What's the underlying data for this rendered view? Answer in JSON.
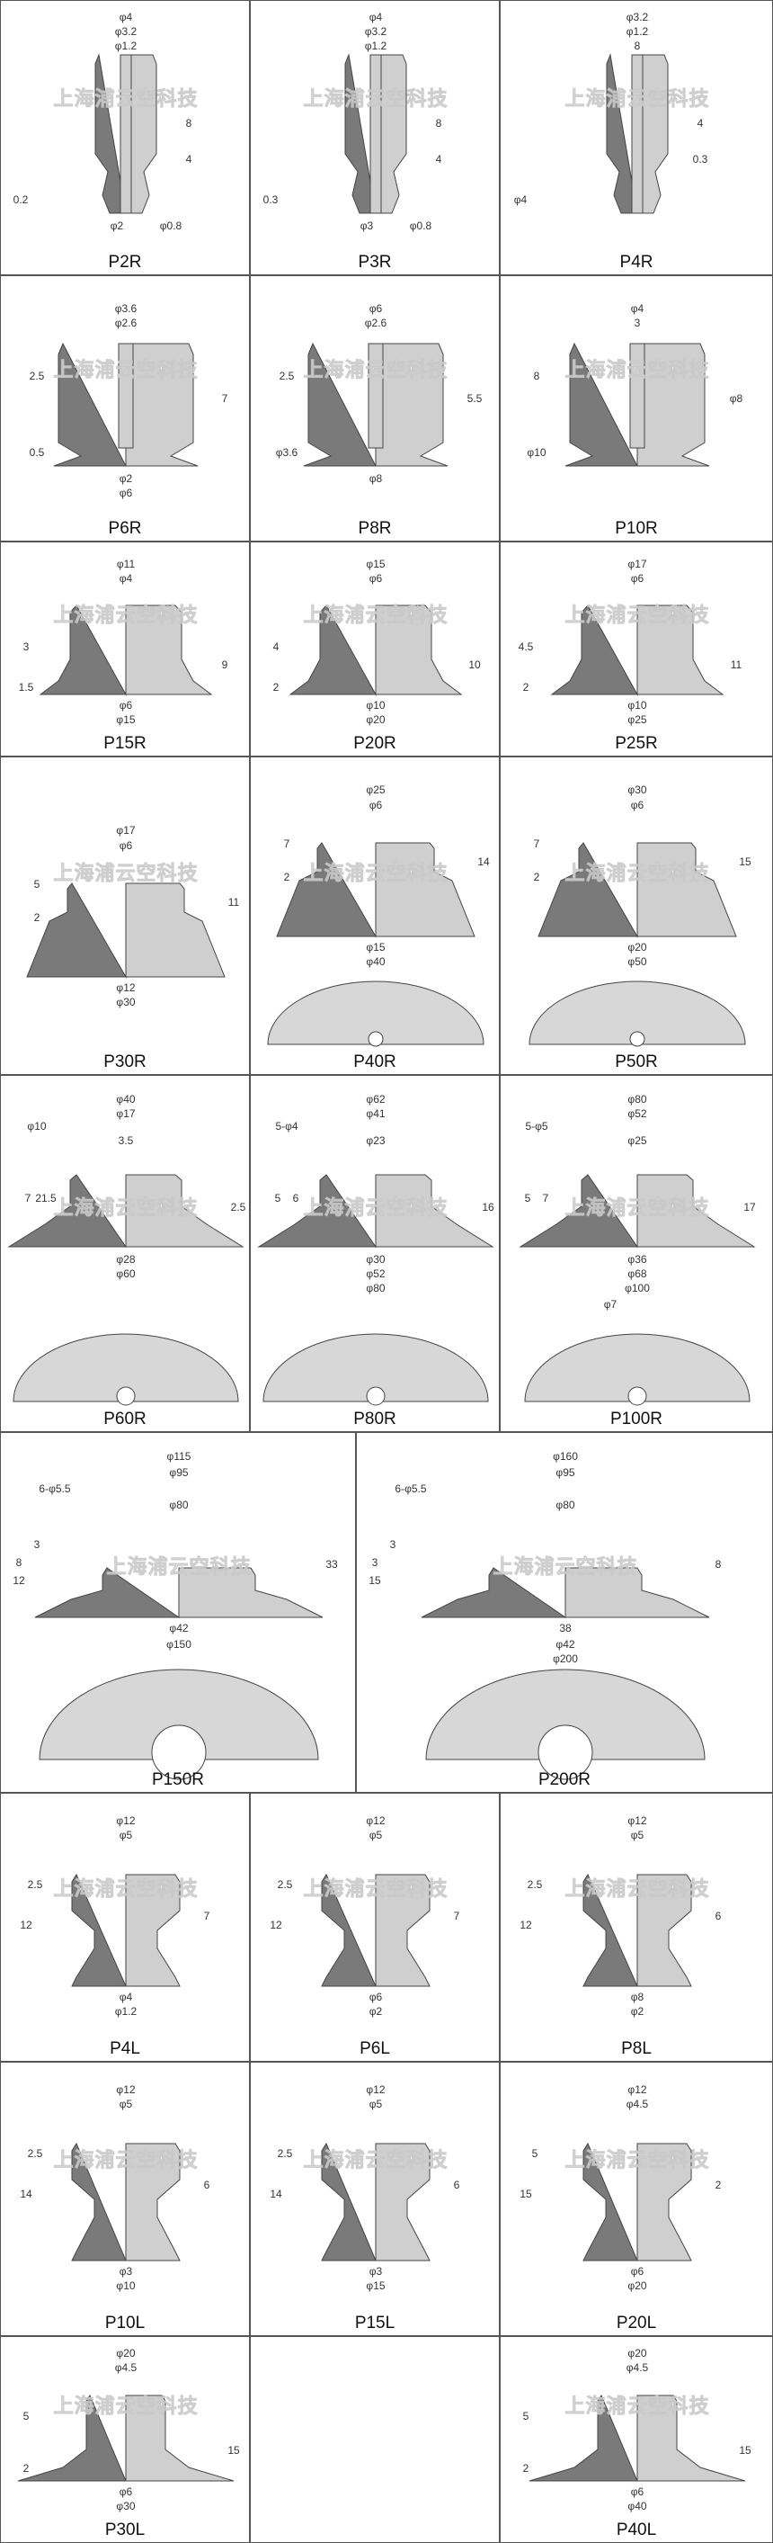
{
  "watermark": "上海浦云空科技",
  "colors": {
    "dark": "#7a7a7a",
    "light": "#cfcfcf",
    "line": "#444444",
    "bg": "#ffffff"
  },
  "cells": [
    {
      "label": "P2R",
      "dims": [
        "φ4",
        "φ3.2",
        "φ1.2",
        "8",
        "4",
        "0.2",
        "φ2",
        "φ0.8"
      ]
    },
    {
      "label": "P3R",
      "dims": [
        "φ4",
        "φ3.2",
        "φ1.2",
        "8",
        "4",
        "0.3",
        "φ3",
        "φ0.8"
      ]
    },
    {
      "label": "P4R",
      "dims": [
        "φ3.2",
        "φ1.2",
        "8",
        "4",
        "0.3",
        "φ4"
      ]
    },
    {
      "label": "P6R",
      "dims": [
        "φ3.6",
        "φ2.6",
        "2.5",
        "7",
        "0.5",
        "φ2",
        "φ6"
      ]
    },
    {
      "label": "P8R",
      "dims": [
        "φ6",
        "φ2.6",
        "2.5",
        "5.5",
        "φ3.6",
        "φ8"
      ]
    },
    {
      "label": "P10R",
      "dims": [
        "φ4",
        "3",
        "8",
        "φ8",
        "φ10"
      ]
    },
    {
      "label": "P15R",
      "dims": [
        "φ11",
        "φ4",
        "3",
        "9",
        "1.5",
        "φ6",
        "φ15"
      ]
    },
    {
      "label": "P20R",
      "dims": [
        "φ15",
        "φ6",
        "4",
        "10",
        "2",
        "φ10",
        "φ20"
      ]
    },
    {
      "label": "P25R",
      "dims": [
        "φ17",
        "φ6",
        "4.5",
        "11",
        "2",
        "φ10",
        "φ25"
      ]
    },
    {
      "label": "P30R",
      "dims": [
        "φ17",
        "φ6",
        "5",
        "11",
        "2",
        "φ12",
        "φ30"
      ]
    },
    {
      "label": "P40R",
      "dims": [
        "φ25",
        "φ6",
        "7",
        "14",
        "2",
        "φ15",
        "φ40"
      ]
    },
    {
      "label": "P50R",
      "dims": [
        "φ30",
        "φ6",
        "7",
        "15",
        "2",
        "φ20",
        "φ50"
      ]
    },
    {
      "label": "P60R",
      "dims": [
        "φ40",
        "φ17",
        "φ10",
        "3.5",
        "7",
        "21.5",
        "2.5",
        "φ28",
        "φ60"
      ]
    },
    {
      "label": "P80R",
      "dims": [
        "φ62",
        "φ41",
        "5-φ4",
        "φ23",
        "5",
        "6",
        "16",
        "φ30",
        "φ52",
        "φ80"
      ]
    },
    {
      "label": "P100R",
      "dims": [
        "φ80",
        "φ52",
        "5-φ5",
        "φ25",
        "5",
        "7",
        "17",
        "φ36",
        "φ68",
        "φ100",
        "φ7"
      ]
    },
    {
      "label": "P150R",
      "dims": [
        "φ115",
        "φ95",
        "6-φ5.5",
        "φ80",
        "3",
        "8",
        "33",
        "12",
        "φ42",
        "φ150"
      ]
    },
    {
      "label": "P200R",
      "dims": [
        "φ160",
        "φ95",
        "6-φ5.5",
        "φ80",
        "3",
        "3",
        "8",
        "15",
        "38",
        "φ42",
        "φ200"
      ]
    },
    {
      "label": "P4L",
      "dims": [
        "φ12",
        "φ5",
        "2.5",
        "12",
        "7",
        "φ4",
        "φ1.2"
      ]
    },
    {
      "label": "P6L",
      "dims": [
        "φ12",
        "φ5",
        "2.5",
        "12",
        "7",
        "φ6",
        "φ2"
      ]
    },
    {
      "label": "P8L",
      "dims": [
        "φ12",
        "φ5",
        "2.5",
        "12",
        "6",
        "φ8",
        "φ2"
      ]
    },
    {
      "label": "P10L",
      "dims": [
        "φ12",
        "φ5",
        "2.5",
        "14",
        "6",
        "φ3",
        "φ10"
      ]
    },
    {
      "label": "P15L",
      "dims": [
        "φ12",
        "φ5",
        "2.5",
        "14",
        "6",
        "φ3",
        "φ15"
      ]
    },
    {
      "label": "P20L",
      "dims": [
        "φ12",
        "φ4.5",
        "5",
        "15",
        "2",
        "φ6",
        "φ20"
      ]
    },
    {
      "label": "P30L",
      "dims": [
        "φ20",
        "φ4.5",
        "5",
        "15",
        "2",
        "φ6",
        "φ30"
      ]
    },
    {
      "label": "P40L",
      "dims": [
        "φ20",
        "φ4.5",
        "5",
        "15",
        "2",
        "φ6",
        "φ40"
      ]
    }
  ]
}
